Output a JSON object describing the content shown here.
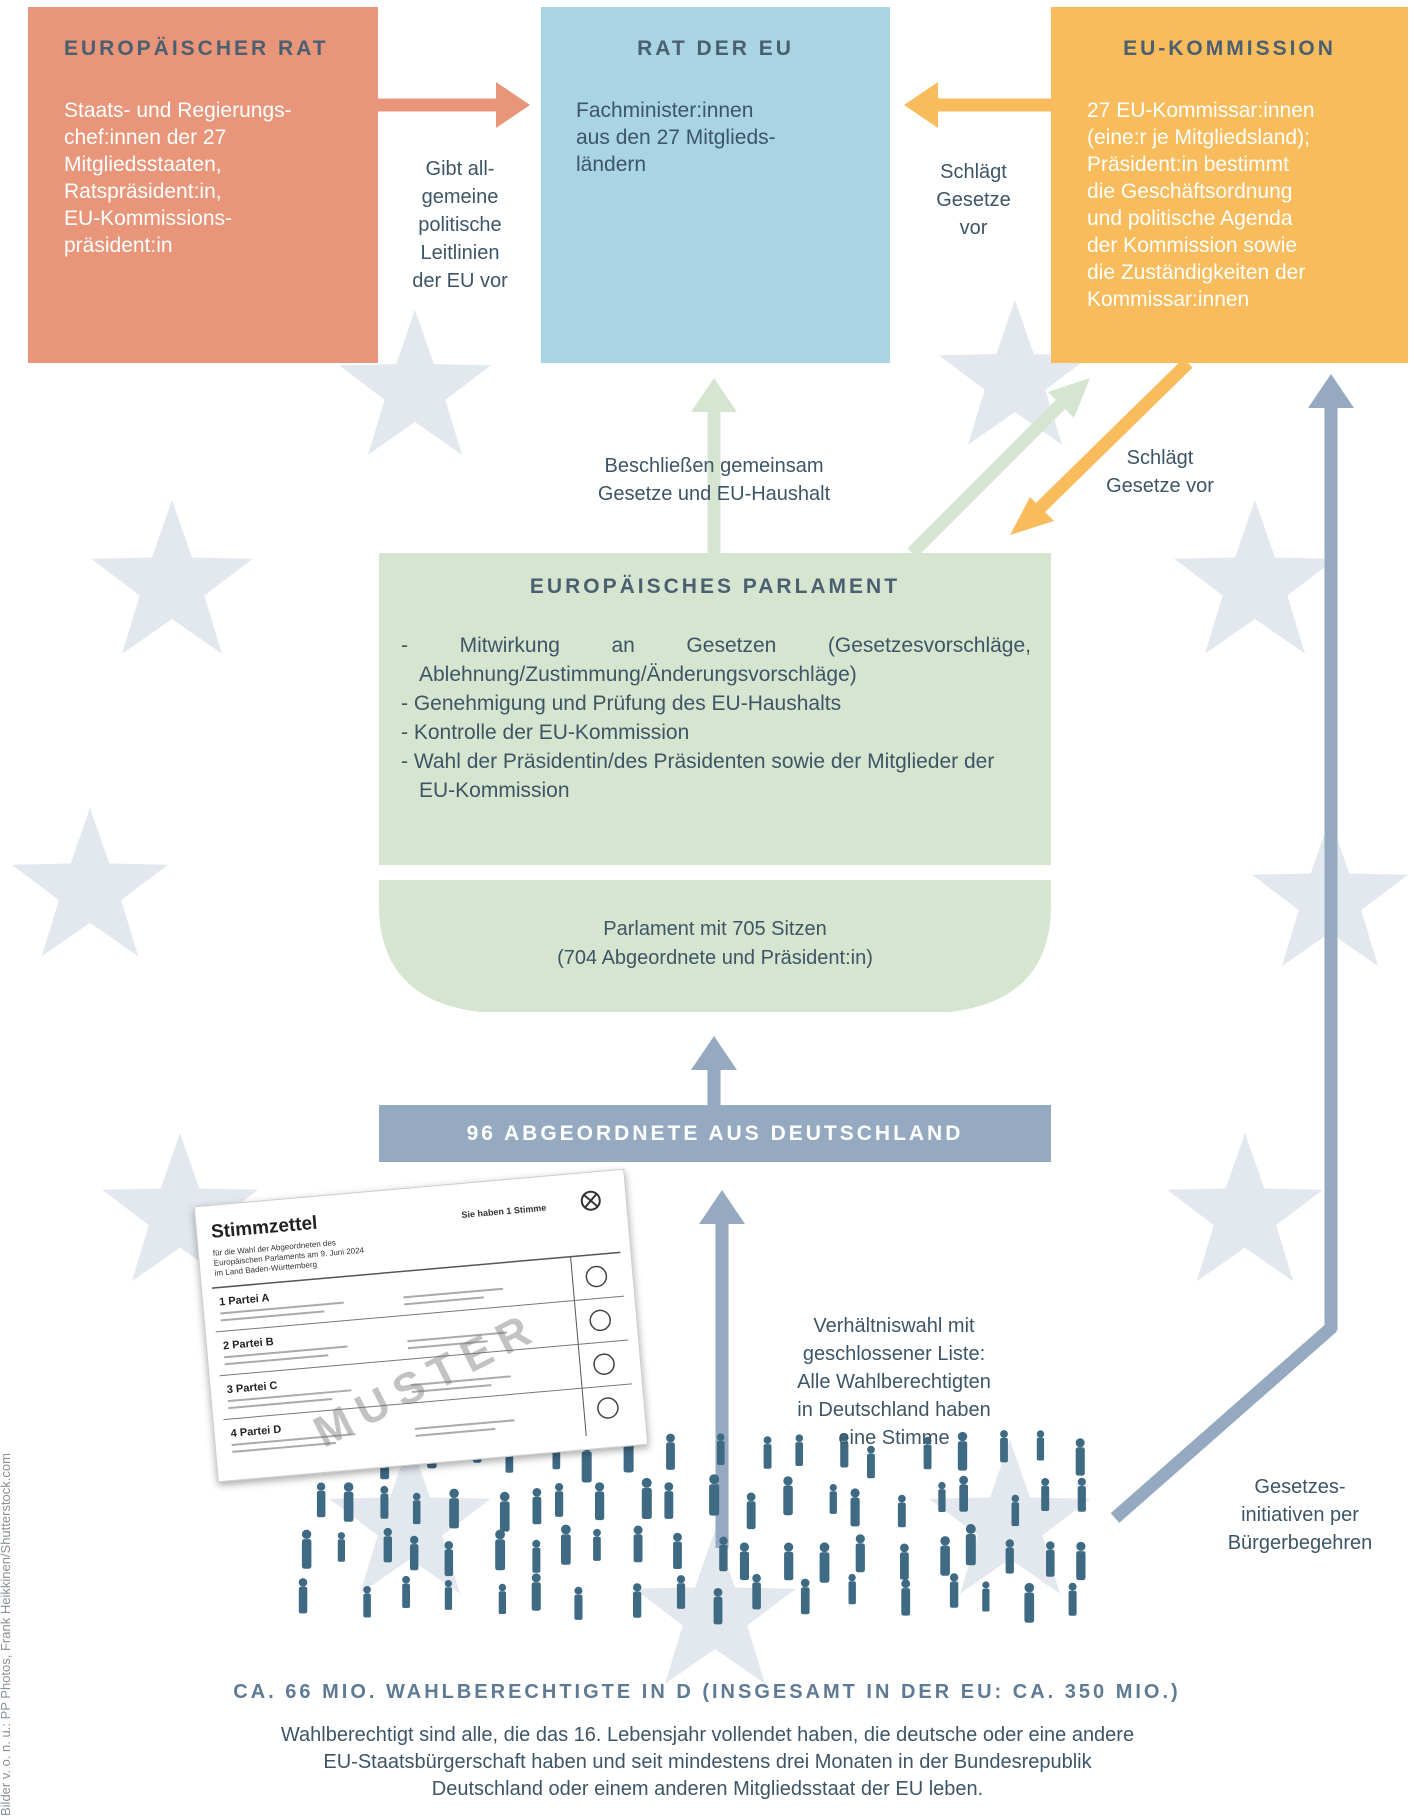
{
  "colors": {
    "council": "#e8957a",
    "council_eu": "#a9d4e4",
    "commission": "#f9bc5c",
    "parliament": "#d6e5cf",
    "germany_bar": "#95aac1",
    "citizen_arrow": "#95aac1",
    "star": "#e3e8ef",
    "people": "#3f6a84"
  },
  "european_council": {
    "title": "EUROPÄISCHER RAT",
    "body": [
      "Staats- und Regierungs-",
      "chef:innen der 27",
      "Mitgliedsstaaten,",
      "Ratspräsident:in,",
      "EU-Kommissions-",
      "präsident:in"
    ]
  },
  "council_eu": {
    "title": "RAT DER EU",
    "body": [
      "Fachminister:innen",
      "aus den 27 Mitglieds-",
      "ländern"
    ]
  },
  "commission": {
    "title": "EU-KOMMISSION",
    "body": [
      "27 EU-Kommissar:innen",
      "(eine:r je Mitgliedsland);",
      "Präsident:in bestimmt",
      "die Geschäftsordnung",
      "und politische Agenda",
      "der Kommission sowie",
      "die Zuständigkeiten der",
      "Kommissar:innen"
    ]
  },
  "labels": {
    "guidelines": [
      "Gibt all-",
      "gemeine",
      "politische",
      "Leitlinien",
      "der EU vor"
    ],
    "proposes_top": [
      "Schlägt",
      "Gesetze",
      "vor"
    ],
    "proposes_side": [
      "Schlägt",
      "Gesetze vor"
    ],
    "decide_jointly": [
      "Beschließen gemeinsam",
      "Gesetze und EU-Haushalt"
    ],
    "election": [
      "Verhältniswahl mit",
      "geschlossener Liste:",
      "Alle Wahlberechtigten",
      "in Deutschland haben",
      "eine Stimme"
    ],
    "initiative": [
      "Gesetzes-",
      "initiativen per",
      "Bürgerbegehren"
    ]
  },
  "parliament": {
    "title": "EUROPÄISCHES PARLAMENT",
    "items": [
      "- Mitwirkung an Gesetzen (Gesetzesvorschläge, Ablehnung/Zustimmung/Änderungsvorschläge)",
      "- Genehmigung und Prüfung des EU-Haushalts",
      "- Kontrolle der EU-Kommission",
      "- Wahl der Präsidentin/des Präsidenten sowie der Mitglieder der EU-Kommission"
    ],
    "seats": [
      "Parlament mit 705 Sitzen",
      "(704 Abgeordnete und Präsident:in)"
    ]
  },
  "germany_bar": "96 ABGEORDNETE AUS DEUTSCHLAND",
  "ballot": {
    "title": "Stimmzettel",
    "subtitle": [
      "für die Wahl der Abgeordneten des",
      "Europäischen Parlaments am 9. Juni 2024",
      "im Land Baden-Württemberg"
    ],
    "votes": "Sie haben 1 Stimme",
    "watermark": "MUSTER",
    "parties": [
      "1  Partei A",
      "2  Partei B",
      "3  Partei C",
      "4  Partei D"
    ]
  },
  "electorate": {
    "title": "CA. 66 MIO. WAHLBERECHTIGTE IN D (INSGESAMT IN DER EU: CA. 350 MIO.)",
    "note": [
      "Wahlberechtigt sind alle, die das 16. Lebensjahr vollendet haben, die deutsche oder eine andere",
      "EU-Staatsbürgerschaft haben und seit mindestens drei Monaten in der Bundesrepublik",
      "Deutschland oder einem anderen Mitgliedsstaat der EU leben."
    ]
  },
  "credit": "Bilder v. o. n. u.: PP Photos, Frank Heikkinen/Shutterstock.com"
}
